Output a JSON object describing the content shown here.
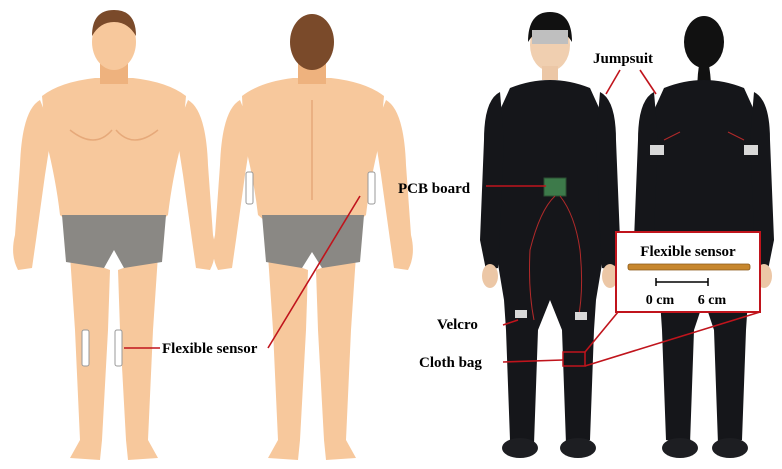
{
  "labels": {
    "flexible_sensor_left": "Flexible sensor",
    "jumpsuit": "Jumpsuit",
    "pcb_board": "PCB board",
    "velcro": "Velcro",
    "cloth_bag": "Cloth bag",
    "inset_title": "Flexible sensor",
    "scale_start": "0 cm",
    "scale_end": "6 cm"
  },
  "colors": {
    "skin": "#f7c89c",
    "skin_shade": "#eeb27e",
    "hair": "#7a4a2a",
    "briefs": "#8a8884",
    "leader_line": "#c0141c",
    "jumpsuit": "#15161a",
    "sensor_strip": "#c7872e"
  }
}
